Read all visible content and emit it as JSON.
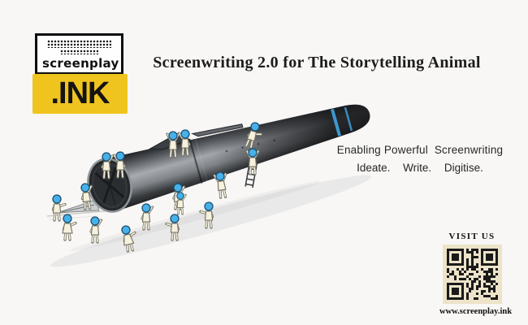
{
  "page": {
    "background": "#f8f7f6"
  },
  "logo": {
    "top_word": "screenplay",
    "bottom_word": ".INK",
    "yellow": "#F0C41F",
    "ink_black": "#141414"
  },
  "headline": {
    "text": "Screenwriting 2.0 for The Storytelling Animal"
  },
  "tagline": {
    "line1": "Enabling Powerful  Screenwriting",
    "items": [
      "Ideate.",
      "Write.",
      "Digitise."
    ]
  },
  "visit": {
    "label": "VISIT US",
    "url": "www.screenplay.ink",
    "qr_background": "#ece3c9"
  },
  "illustration": {
    "pen_accent_blue": "#3f9fd8",
    "figure_head_blue": "#47b0e9",
    "figure_body_cream": "#f6f0dd"
  }
}
